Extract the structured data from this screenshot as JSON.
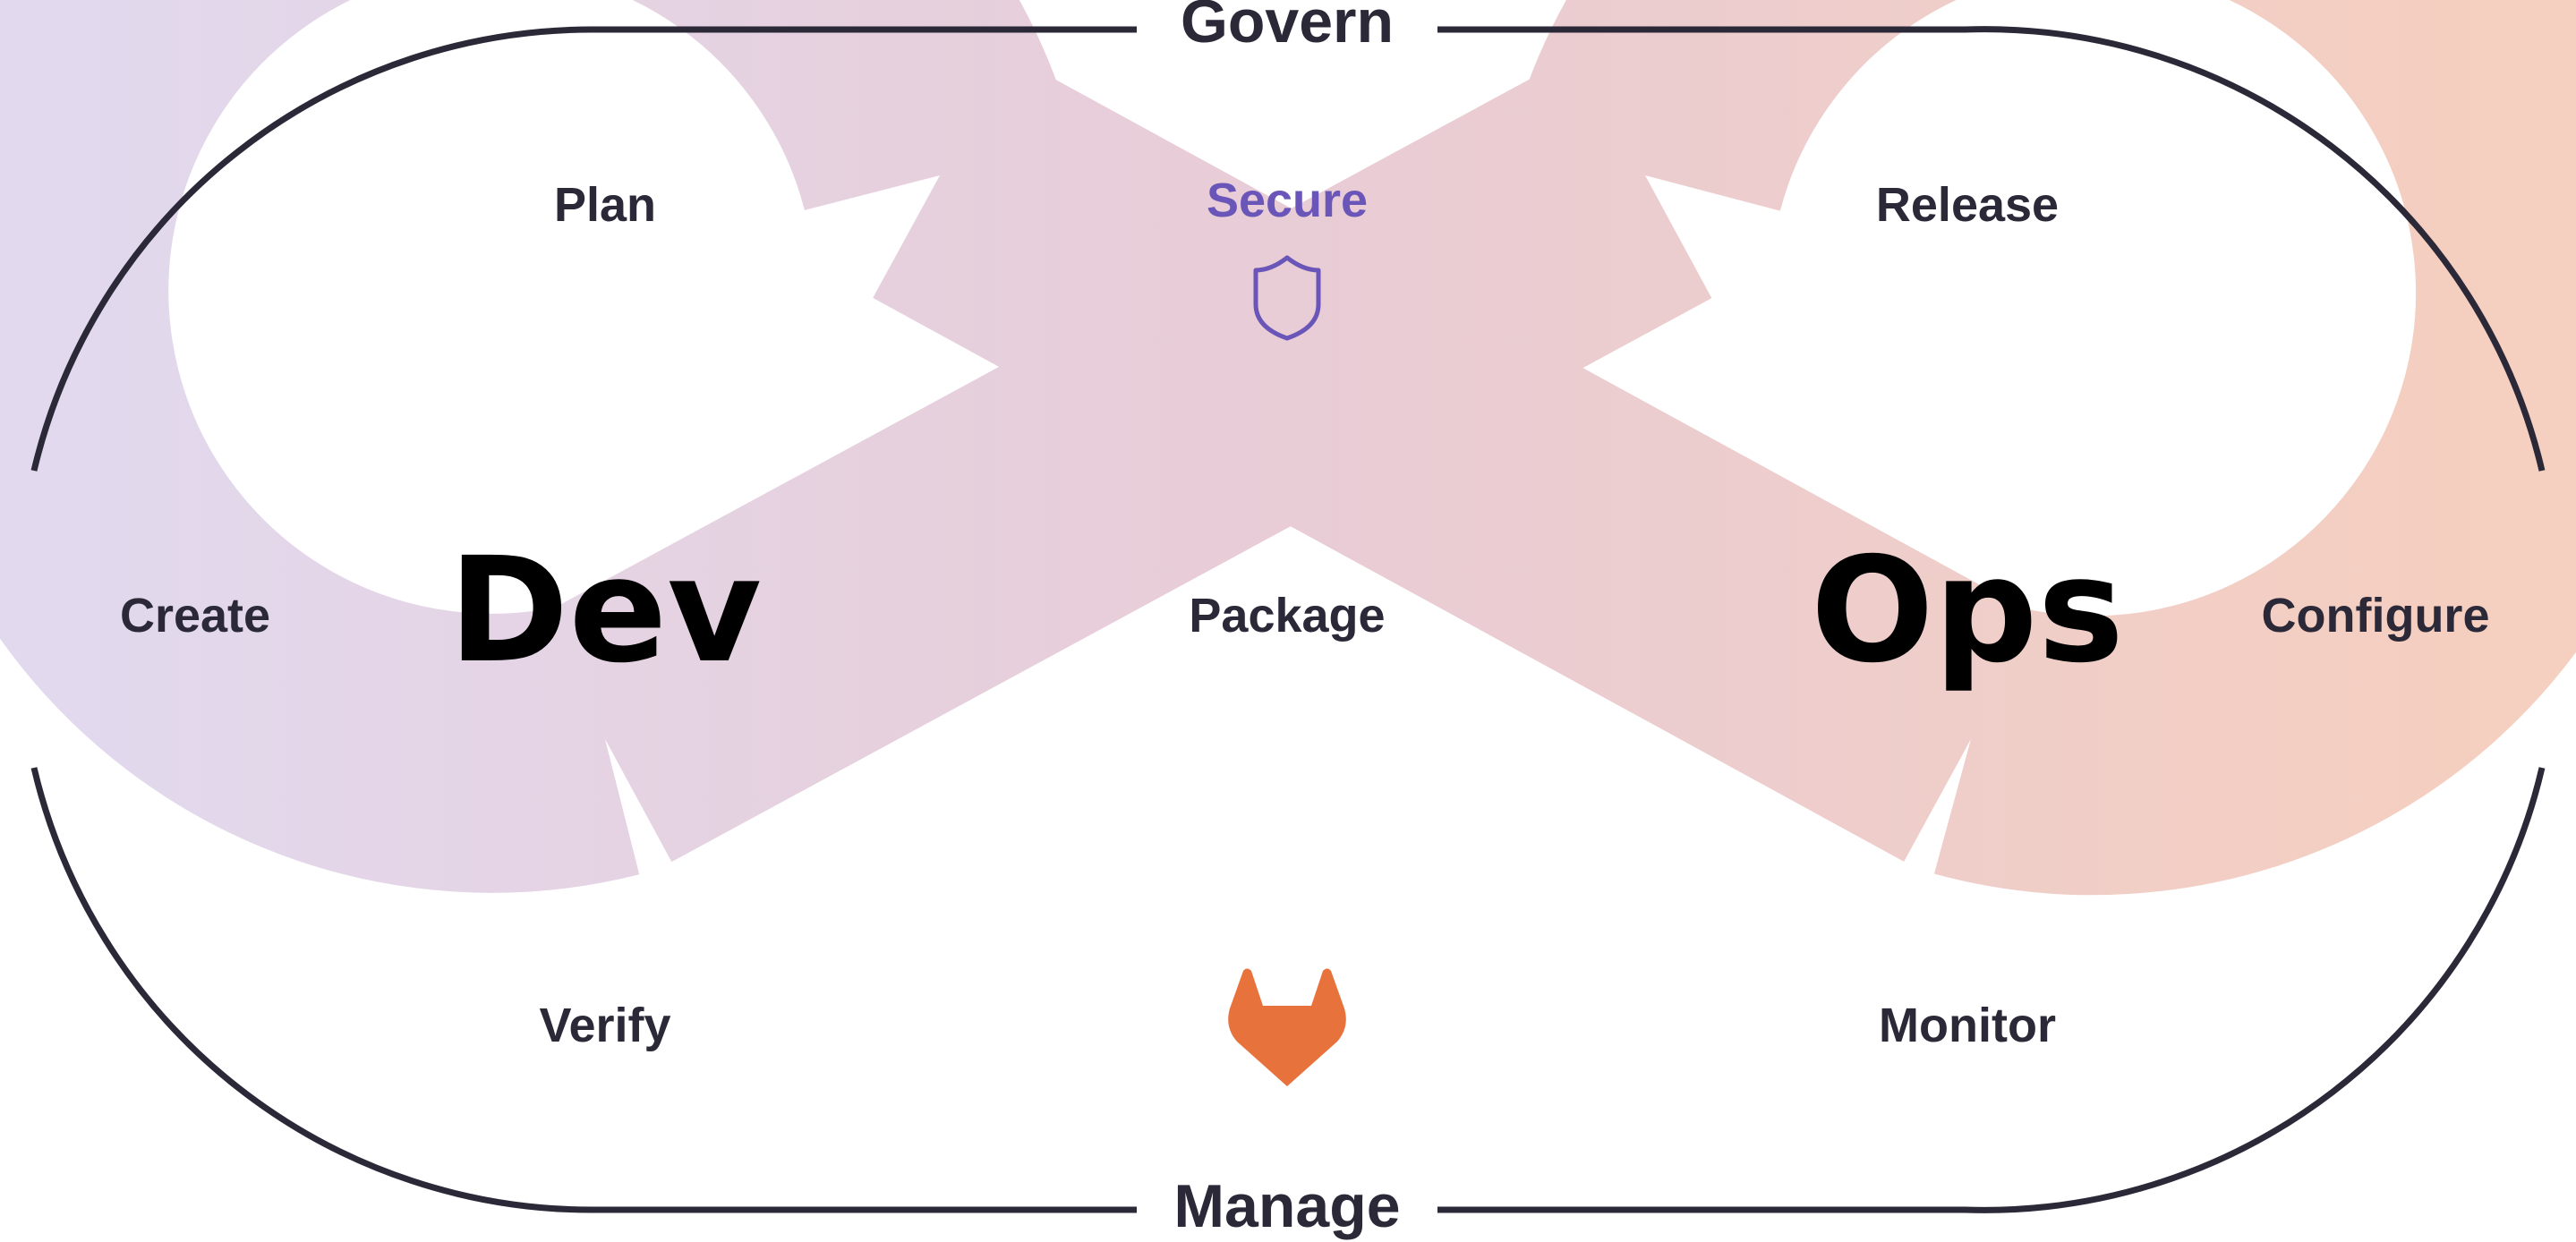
{
  "frame": {
    "top_label": "Govern",
    "bottom_label": "Manage"
  },
  "loops": {
    "left_title": "Dev",
    "right_title": "Ops"
  },
  "stages": {
    "plan": "Plan",
    "create": "Create",
    "verify": "Verify",
    "secure": "Secure",
    "package": "Package",
    "release": "Release",
    "configure": "Configure",
    "monitor": "Monitor"
  },
  "icons": {
    "secure": "shield-icon",
    "brand": "gitlab-fox-icon"
  },
  "colors": {
    "text": "#2b2838",
    "title": "#000000",
    "secure_accent": "#6a55b8",
    "brand_orange": "#e8723c",
    "band_left": "#e2d9ee",
    "band_center": "#e8ccd6",
    "band_right": "#f5cfbf",
    "frame_line": "#2b2838"
  }
}
